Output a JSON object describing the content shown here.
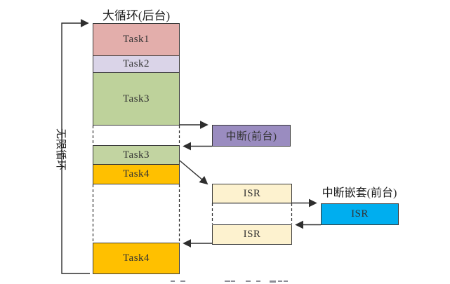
{
  "diagram": {
    "title": "大循环(后台)",
    "loop_label": "无限循环",
    "nested_title": "中断嵌套(前台)",
    "column_segments": [
      {
        "id": "task1",
        "label": "Task1",
        "color": "#e3aeab"
      },
      {
        "id": "task2",
        "label": "Task2",
        "color": "#dad4e8"
      },
      {
        "id": "task3-first",
        "label": "Task3",
        "color": "#bed29b"
      },
      {
        "id": "task3-resume",
        "label": "Task3",
        "color": "#c2d4a1"
      },
      {
        "id": "task4-first",
        "label": "Task4",
        "color": "#ffc000"
      },
      {
        "id": "task4-resume",
        "label": "Task4",
        "color": "#ffc000"
      }
    ],
    "interrupt_box": {
      "label": "中断(前台)",
      "color": "#9a8cc0"
    },
    "isr_boxes": [
      {
        "id": "isr-first",
        "label": "ISR",
        "color": "#fdf2cf"
      },
      {
        "id": "isr-resume",
        "label": "ISR",
        "color": "#fdf2cf"
      },
      {
        "id": "isr-nested",
        "label": "ISR",
        "color": "#00aeef"
      }
    ],
    "line_color": "#2e2e2e"
  }
}
